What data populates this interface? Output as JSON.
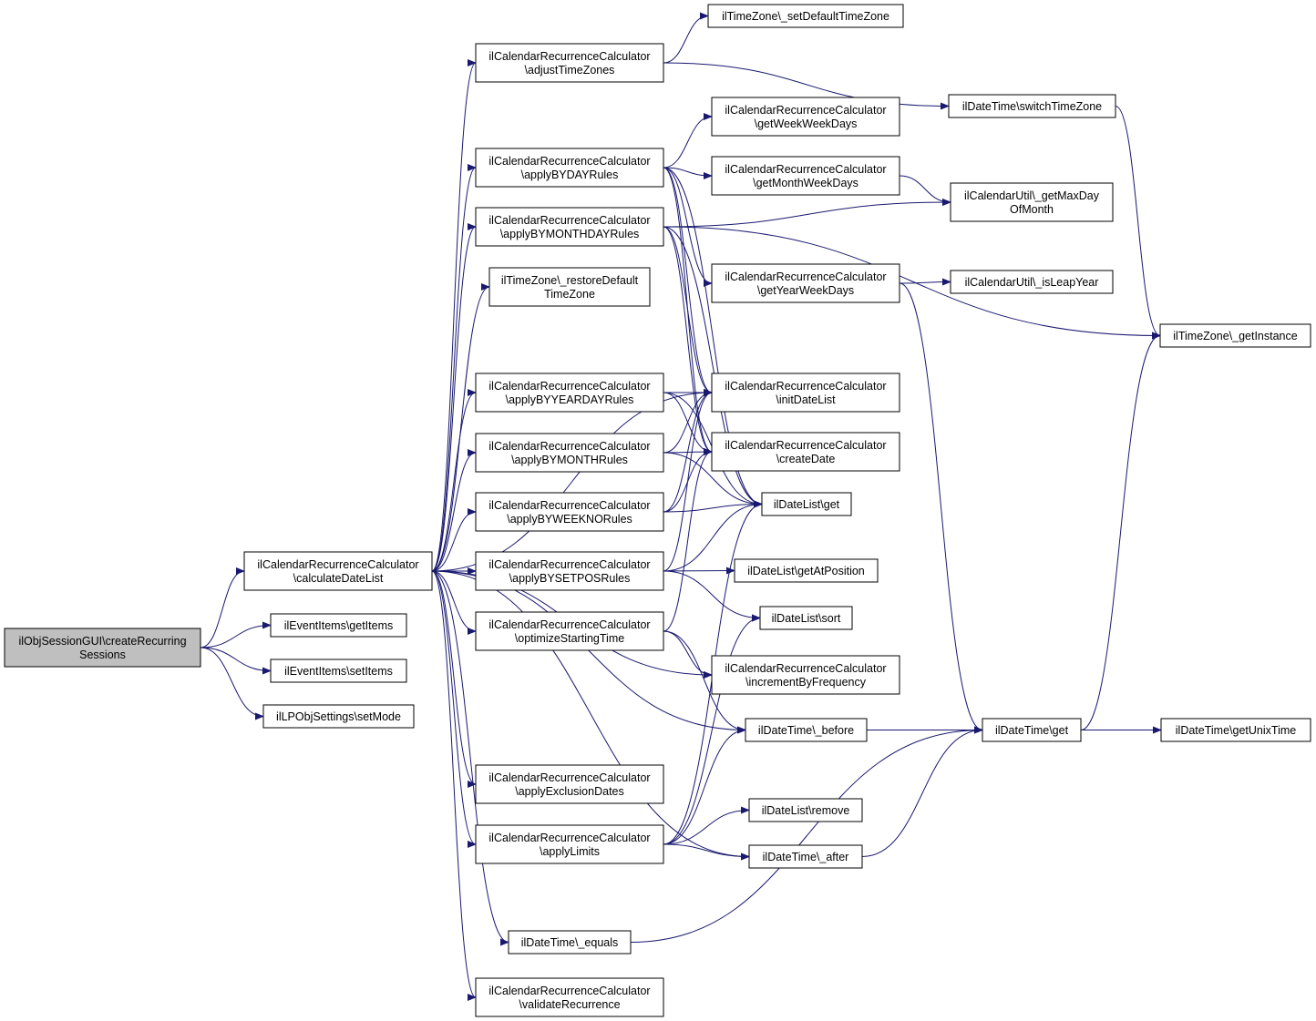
{
  "colors": {
    "edge": "#191970",
    "node_border": "#000000",
    "root_fill": "#bfbfbf",
    "node_fill": "#ffffff"
  },
  "nodes": {
    "root": {
      "lines": [
        "ilObjSessionGUI\\createRecurring",
        "Sessions"
      ]
    },
    "calculateDateList": {
      "lines": [
        "ilCalendarRecurrenceCalculator",
        "\\calculateDateList"
      ]
    },
    "eventGetItems": {
      "lines": [
        "ilEventItems\\getItems"
      ]
    },
    "eventSetItems": {
      "lines": [
        "ilEventItems\\setItems"
      ]
    },
    "lpSetMode": {
      "lines": [
        "ilLPObjSettings\\setMode"
      ]
    },
    "adjustTimeZones": {
      "lines": [
        "ilCalendarRecurrenceCalculator",
        "\\adjustTimeZones"
      ]
    },
    "byDay": {
      "lines": [
        "ilCalendarRecurrenceCalculator",
        "\\applyBYDAYRules"
      ]
    },
    "byMonthDay": {
      "lines": [
        "ilCalendarRecurrenceCalculator",
        "\\applyBYMONTHDAYRules"
      ]
    },
    "restoreTZ": {
      "lines": [
        "ilTimeZone\\_restoreDefault",
        "TimeZone"
      ]
    },
    "byYearDay": {
      "lines": [
        "ilCalendarRecurrenceCalculator",
        "\\applyBYYEARDAYRules"
      ]
    },
    "byMonth": {
      "lines": [
        "ilCalendarRecurrenceCalculator",
        "\\applyBYMONTHRules"
      ]
    },
    "byWeekNo": {
      "lines": [
        "ilCalendarRecurrenceCalculator",
        "\\applyBYWEEKNORules"
      ]
    },
    "bySetPos": {
      "lines": [
        "ilCalendarRecurrenceCalculator",
        "\\applyBYSETPOSRules"
      ]
    },
    "optimize": {
      "lines": [
        "ilCalendarRecurrenceCalculator",
        "\\optimizeStartingTime"
      ]
    },
    "exclusion": {
      "lines": [
        "ilCalendarRecurrenceCalculator",
        "\\applyExclusionDates"
      ]
    },
    "limits": {
      "lines": [
        "ilCalendarRecurrenceCalculator",
        "\\applyLimits"
      ]
    },
    "equals": {
      "lines": [
        "ilDateTime\\_equals"
      ]
    },
    "validate": {
      "lines": [
        "ilCalendarRecurrenceCalculator",
        "\\validateRecurrence"
      ]
    },
    "setDefaultTZ": {
      "lines": [
        "ilTimeZone\\_setDefaultTimeZone"
      ]
    },
    "weekWeekDays": {
      "lines": [
        "ilCalendarRecurrenceCalculator",
        "\\getWeekWeekDays"
      ]
    },
    "monthWeekDays": {
      "lines": [
        "ilCalendarRecurrenceCalculator",
        "\\getMonthWeekDays"
      ]
    },
    "yearWeekDays": {
      "lines": [
        "ilCalendarRecurrenceCalculator",
        "\\getYearWeekDays"
      ]
    },
    "initDateList": {
      "lines": [
        "ilCalendarRecurrenceCalculator",
        "\\initDateList"
      ]
    },
    "createDate": {
      "lines": [
        "ilCalendarRecurrenceCalculator",
        "\\createDate"
      ]
    },
    "dateListGet": {
      "lines": [
        "ilDateList\\get"
      ]
    },
    "getAtPosition": {
      "lines": [
        "ilDateList\\getAtPosition"
      ]
    },
    "sort": {
      "lines": [
        "ilDateList\\sort"
      ]
    },
    "increment": {
      "lines": [
        "ilCalendarRecurrenceCalculator",
        "\\incrementByFrequency"
      ]
    },
    "before": {
      "lines": [
        "ilDateTime\\_before"
      ]
    },
    "remove": {
      "lines": [
        "ilDateList\\remove"
      ]
    },
    "after": {
      "lines": [
        "ilDateTime\\_after"
      ]
    },
    "switchTZ": {
      "lines": [
        "ilDateTime\\switchTimeZone"
      ]
    },
    "maxDay": {
      "lines": [
        "ilCalendarUtil\\_getMaxDay",
        "OfMonth"
      ]
    },
    "leapYear": {
      "lines": [
        "ilCalendarUtil\\_isLeapYear"
      ]
    },
    "getInstance": {
      "lines": [
        "ilTimeZone\\_getInstance"
      ]
    },
    "dtGet": {
      "lines": [
        "ilDateTime\\get"
      ]
    },
    "unixTime": {
      "lines": [
        "ilDateTime\\getUnixTime"
      ]
    }
  },
  "edges": [
    [
      "root",
      "calculateDateList"
    ],
    [
      "root",
      "eventGetItems"
    ],
    [
      "root",
      "eventSetItems"
    ],
    [
      "root",
      "lpSetMode"
    ],
    [
      "calculateDateList",
      "adjustTimeZones"
    ],
    [
      "calculateDateList",
      "byDay"
    ],
    [
      "calculateDateList",
      "byMonthDay"
    ],
    [
      "calculateDateList",
      "restoreTZ"
    ],
    [
      "calculateDateList",
      "initDateList"
    ],
    [
      "calculateDateList",
      "byYearDay"
    ],
    [
      "calculateDateList",
      "byMonth"
    ],
    [
      "calculateDateList",
      "byWeekNo"
    ],
    [
      "calculateDateList",
      "bySetPos"
    ],
    [
      "calculateDateList",
      "optimize"
    ],
    [
      "calculateDateList",
      "increment"
    ],
    [
      "calculateDateList",
      "before"
    ],
    [
      "calculateDateList",
      "exclusion"
    ],
    [
      "calculateDateList",
      "limits"
    ],
    [
      "calculateDateList",
      "after"
    ],
    [
      "calculateDateList",
      "equals"
    ],
    [
      "calculateDateList",
      "validate"
    ],
    [
      "adjustTimeZones",
      "setDefaultTZ"
    ],
    [
      "adjustTimeZones",
      "switchTZ"
    ],
    [
      "byDay",
      "weekWeekDays"
    ],
    [
      "byDay",
      "monthWeekDays"
    ],
    [
      "byDay",
      "yearWeekDays"
    ],
    [
      "byDay",
      "initDateList"
    ],
    [
      "byDay",
      "createDate"
    ],
    [
      "byDay",
      "dateListGet"
    ],
    [
      "byMonthDay",
      "maxDay"
    ],
    [
      "byMonthDay",
      "getInstance"
    ],
    [
      "byMonthDay",
      "initDateList"
    ],
    [
      "byMonthDay",
      "createDate"
    ],
    [
      "byMonthDay",
      "dateListGet"
    ],
    [
      "byYearDay",
      "initDateList"
    ],
    [
      "byYearDay",
      "createDate"
    ],
    [
      "byYearDay",
      "dateListGet"
    ],
    [
      "byMonth",
      "initDateList"
    ],
    [
      "byMonth",
      "createDate"
    ],
    [
      "byMonth",
      "dateListGet"
    ],
    [
      "byWeekNo",
      "initDateList"
    ],
    [
      "byWeekNo",
      "createDate"
    ],
    [
      "byWeekNo",
      "dateListGet"
    ],
    [
      "bySetPos",
      "getAtPosition"
    ],
    [
      "bySetPos",
      "sort"
    ],
    [
      "bySetPos",
      "dateListGet"
    ],
    [
      "bySetPos",
      "initDateList"
    ],
    [
      "optimize",
      "createDate"
    ],
    [
      "optimize",
      "increment"
    ],
    [
      "optimize",
      "before"
    ],
    [
      "limits",
      "remove"
    ],
    [
      "limits",
      "after"
    ],
    [
      "limits",
      "before"
    ],
    [
      "limits",
      "sort"
    ],
    [
      "limits",
      "dateListGet"
    ],
    [
      "monthWeekDays",
      "maxDay"
    ],
    [
      "yearWeekDays",
      "leapYear"
    ],
    [
      "yearWeekDays",
      "dtGet"
    ],
    [
      "switchTZ",
      "getInstance"
    ],
    [
      "before",
      "dtGet"
    ],
    [
      "after",
      "dtGet"
    ],
    [
      "equals",
      "dtGet"
    ],
    [
      "dtGet",
      "getInstance"
    ],
    [
      "dtGet",
      "unixTime"
    ]
  ]
}
